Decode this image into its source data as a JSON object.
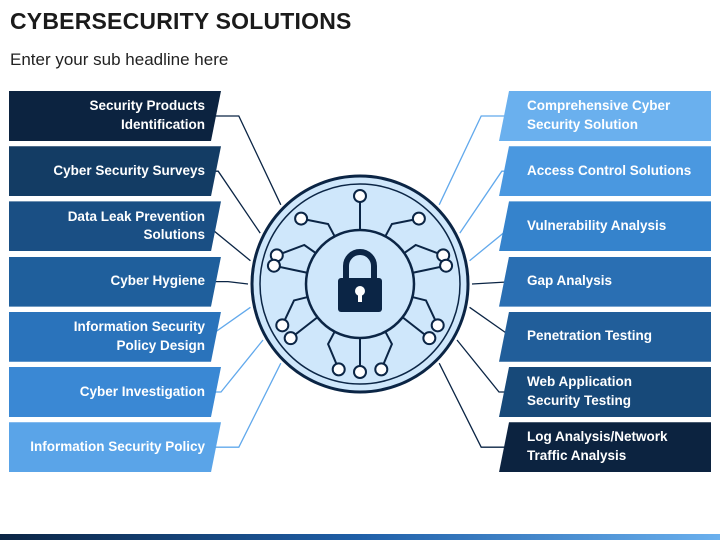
{
  "title": "CYBERSECURITY SOLUTIONS",
  "subtitle": "Enter your sub headline here",
  "colors": {
    "ring_fill": "#cfe7fb",
    "ring_stroke": "#0b2545",
    "line_dark": "#0b2545",
    "line_light": "#62a9ec"
  },
  "center_icon": "padlock-icon",
  "left_items": [
    {
      "label": "Security Products\nIdentification",
      "color": "#0c2340"
    },
    {
      "label": "Cyber Security Surveys",
      "color": "#133c64"
    },
    {
      "label": "Data Leak Prevention\nSolutions",
      "color": "#1a4f84"
    },
    {
      "label": "Cyber Hygiene",
      "color": "#1f5f9c"
    },
    {
      "label": "Information Security\nPolicy Design",
      "color": "#2a73bb"
    },
    {
      "label": "Cyber Investigation",
      "color": "#3a88d4"
    },
    {
      "label": "Information Security Policy",
      "color": "#5aa4e8"
    }
  ],
  "right_items": [
    {
      "label": "Comprehensive Cyber\nSecurity Solution",
      "color": "#6ab0ee"
    },
    {
      "label": "Access Control Solutions",
      "color": "#4a98e0"
    },
    {
      "label": "Vulnerability Analysis",
      "color": "#3583cc"
    },
    {
      "label": "Gap Analysis",
      "color": "#2a6fb3"
    },
    {
      "label": "Penetration Testing",
      "color": "#215e9a"
    },
    {
      "label": "Web Application\nSecurity Testing",
      "color": "#174979"
    },
    {
      "label": "Log Analysis/Network\nTraffic Analysis",
      "color": "#0c2340"
    }
  ]
}
